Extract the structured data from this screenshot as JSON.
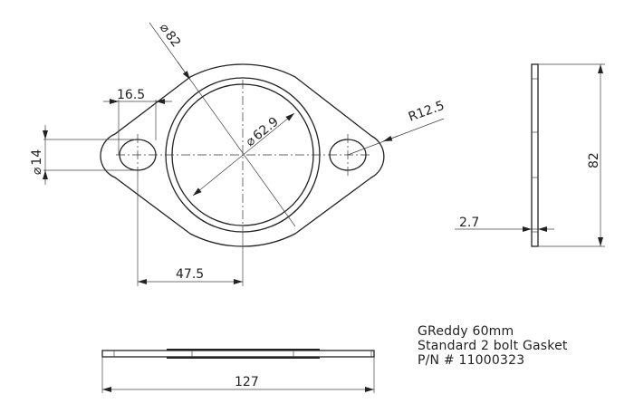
{
  "dimensions": {
    "outer_diameter": "82",
    "bore_diameter": "62.9",
    "hole_diameter": "14",
    "hole_edge_offset": "16.5",
    "bolt_center_offset": "47.5",
    "lobe_radius": "R12.5",
    "thickness": "2.7",
    "height": "82",
    "overall_length": "127"
  },
  "diameter_symbol": "⌀",
  "title_block": {
    "line1": "GReddy 60mm",
    "line2": "Standard 2 bolt Gasket",
    "line3": "P/N # 11000323"
  }
}
